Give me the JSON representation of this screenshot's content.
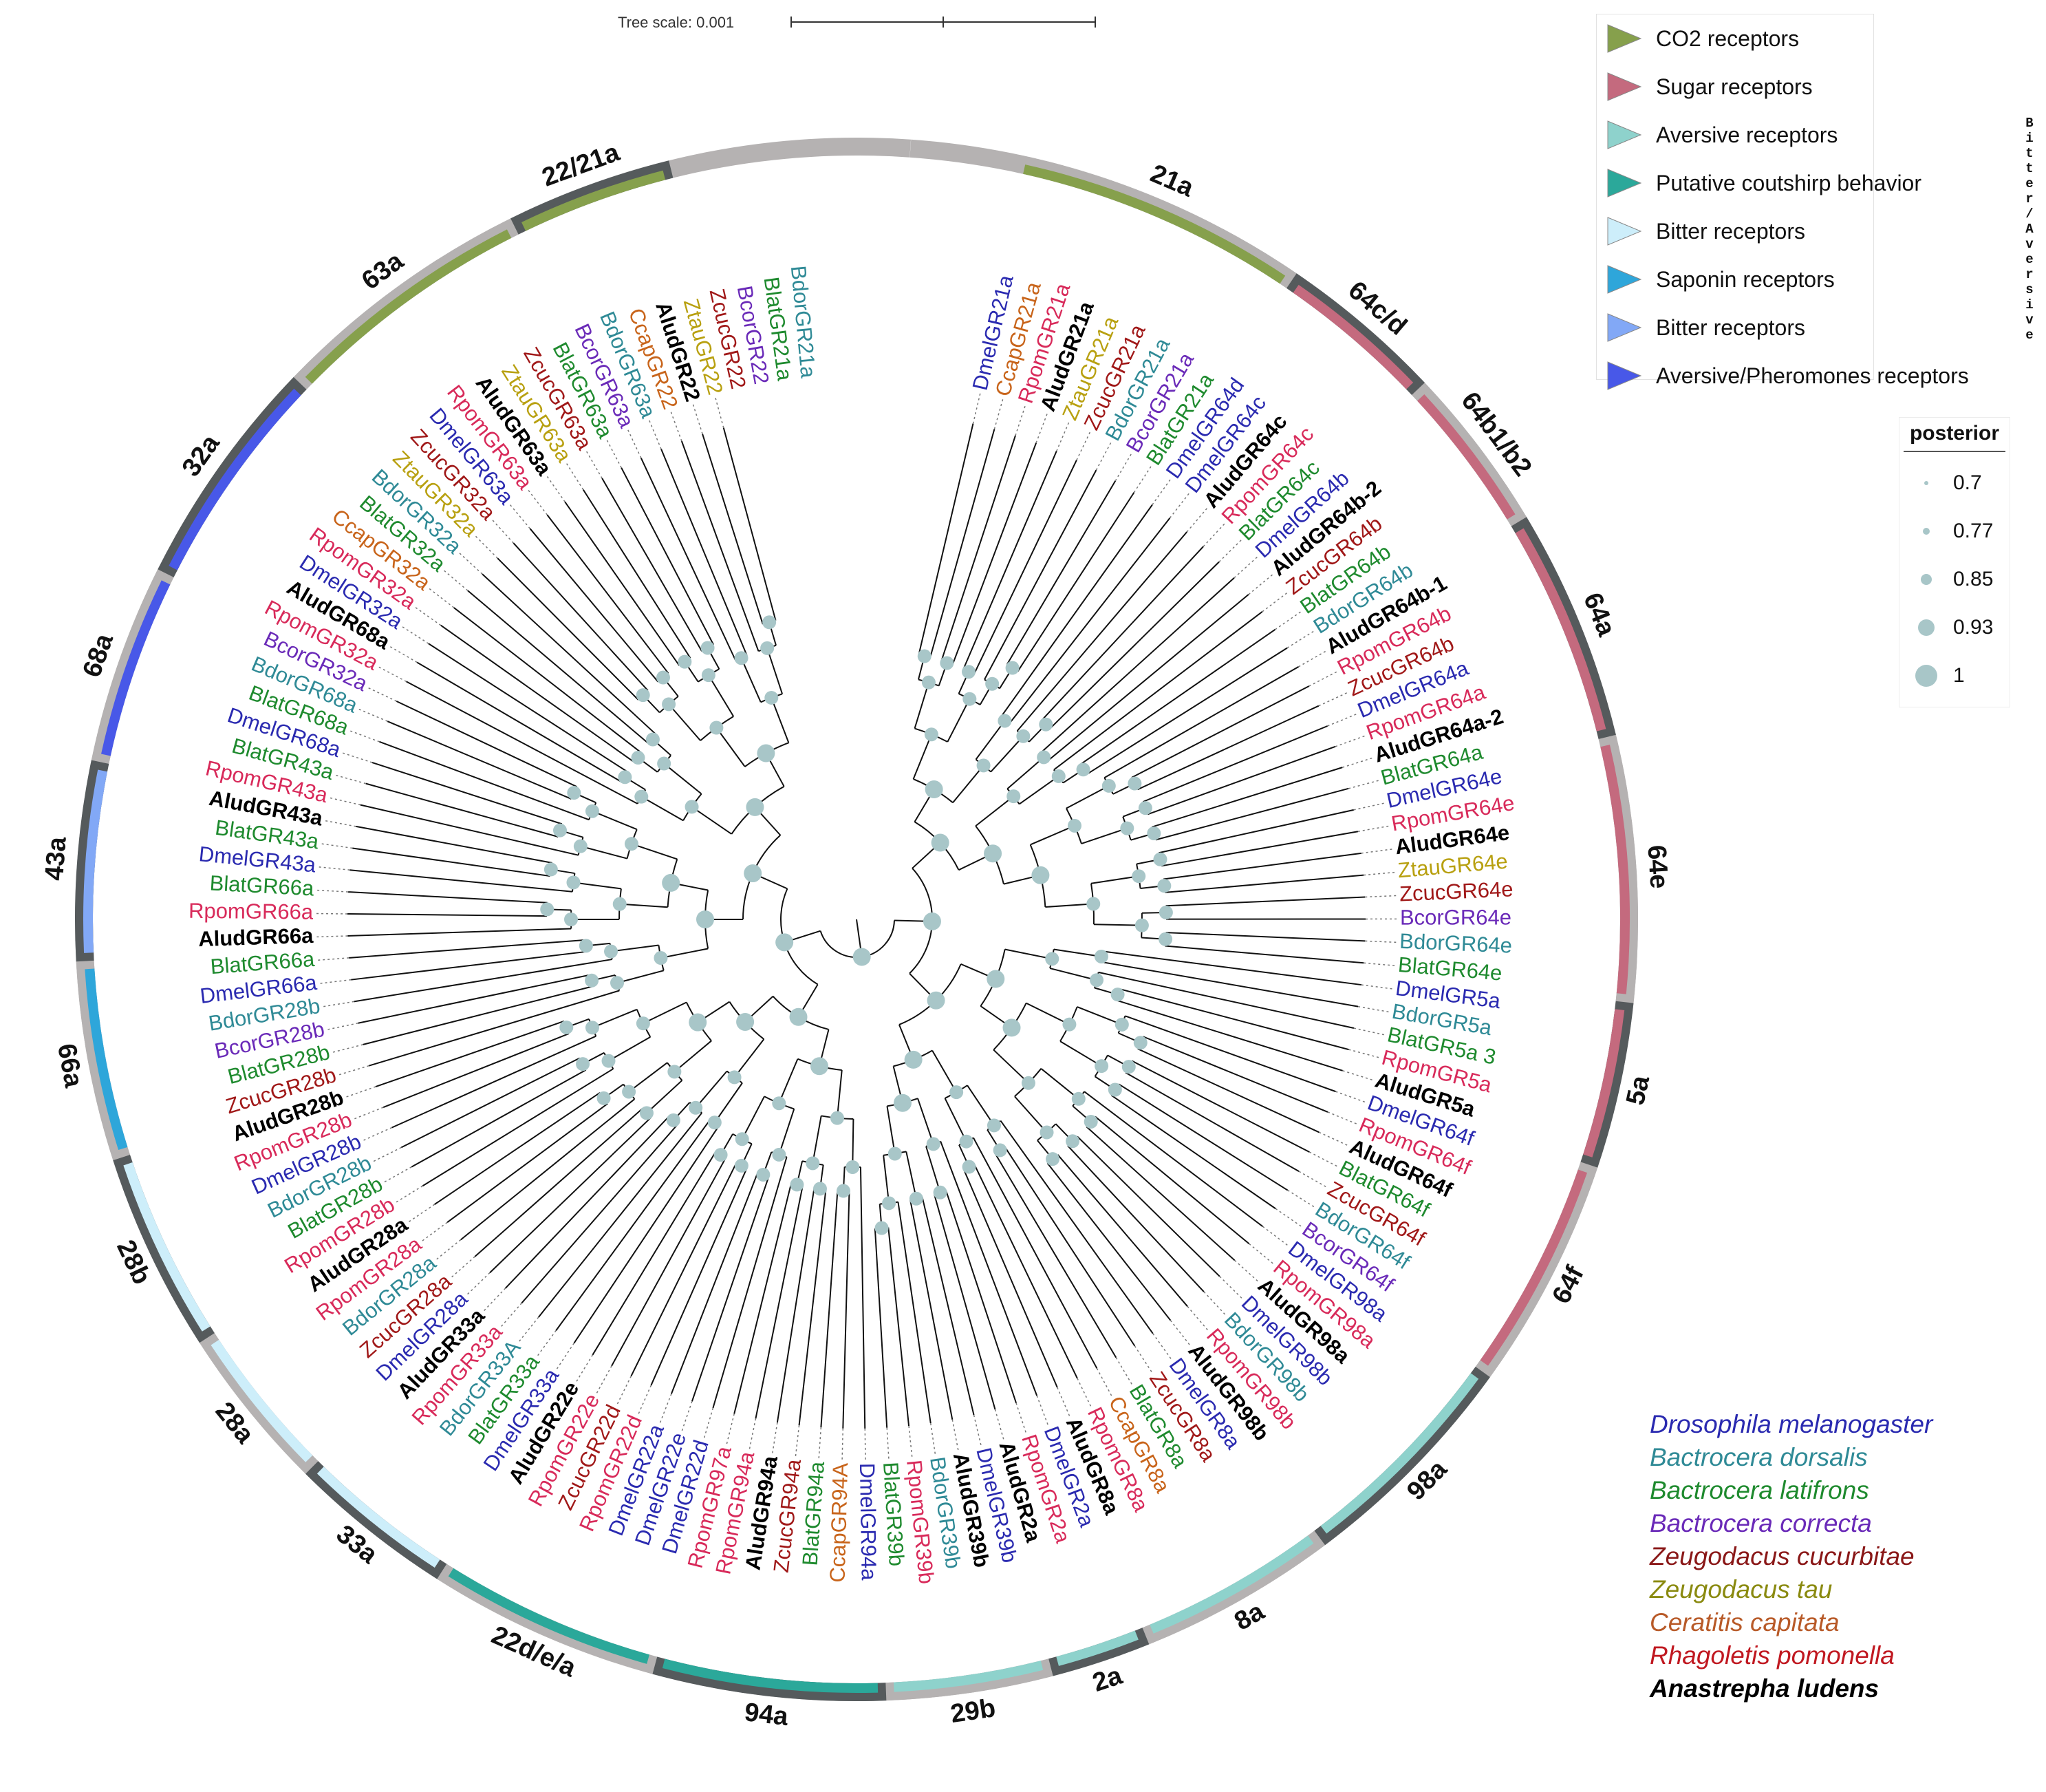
{
  "scale": {
    "label": "Tree scale: 0.001"
  },
  "colors": {
    "species": {
      "Dmel": "#2a2ab0",
      "Bdor": "#2f8a96",
      "Blat": "#1e8a2e",
      "Bcor": "#6a2ab8",
      "Zcuc": "#a01818",
      "Ztau": "#b8a010",
      "Ccap": "#c8641a",
      "Rpom": "#d82a5a",
      "Alud": "#000000"
    },
    "ring": {
      "light": "#b5b2b2",
      "dark": "#555a5c"
    },
    "node": "#a8c6c8"
  },
  "leaves": [
    "DmelGR21a",
    "CcapGR21a",
    "RpomGR21a",
    "AludGR21a",
    "ZtauGR21a",
    "ZcucGR21a",
    "BdorGR21a",
    "BcorGR21a",
    "BlatGR21a",
    "DmelGR64d",
    "DmelGR64c",
    "AludGR64c",
    "RpomGR64c",
    "BlatGR64c",
    "DmelGR64b",
    "AludGR64b-2",
    "ZcucGR64b",
    "BlatGR64b",
    "BdorGR64b",
    "AludGR64b-1",
    "RpomGR64b",
    "ZcucGR64b",
    "DmelGR64a",
    "RpomGR64a",
    "AludGR64a-2",
    "BlatGR64a",
    "DmelGR64e",
    "RpomGR64e",
    "AludGR64e",
    "ZtauGR64e",
    "ZcucGR64e",
    "BcorGR64e",
    "BdorGR64e",
    "BlatGR64e",
    "DmelGR5a",
    "BdorGR5a",
    "BlatGR5a 3",
    "RpomGR5a",
    "AludGR5a",
    "DmelGR64f",
    "RpomGR64f",
    "AludGR64f",
    "BlatGR64f",
    "ZcucGR64f",
    "BdorGR64f",
    "BcorGR64f",
    "DmelGR98a",
    "RpomGR98a",
    "AludGR98a",
    "DmelGR98b",
    "BdorGR98b",
    "RpomGR98b",
    "AludGR98b",
    "DmelGR8a",
    "ZcucGR8a",
    "BlatGR8a",
    "CcapGR8a",
    "RpomGR8a",
    "AludGR8a",
    "DmelGR2a",
    "RpomGR2a",
    "AludGR2a",
    "DmelGR39b",
    "AludGR39b",
    "BdorGR39b",
    "RpomGR39b",
    "BlatGR39b",
    "DmelGR94a",
    "CcapGR94A",
    "BlatGR94a",
    "ZcucGR94a",
    "AludGR94a",
    "RpomGR94a",
    "RpomGR97a",
    "DmelGR22d",
    "DmelGR22e",
    "DmelGR22a",
    "RpomGR22d",
    "ZcucGR22d",
    "RpomGR22e",
    "AludGR22e",
    "DmelGR33a",
    "BlatGR33a",
    "BdorGR33A",
    "RpomGR33a",
    "AludGR33a",
    "DmelGR28a",
    "ZcucGR28a",
    "BdorGR28a",
    "RpomGR28a",
    "AludGR28a",
    "RpomGR28b",
    "BlatGR28b",
    "BdorGR28b",
    "DmelGR28b",
    "RpomGR28b",
    "AludGR28b",
    "ZcucGR28b",
    "BlatGR28b",
    "BcorGR28b",
    "BdorGR28b",
    "DmelGR66a",
    "BlatGR66a",
    "AludGR66a",
    "RpomGR66a",
    "BlatGR66a",
    "DmelGR43a",
    "BlatGR43a",
    "AludGR43a",
    "RpomGR43a",
    "BlatGR43a",
    "DmelGR68a",
    "BlatGR68a",
    "BdorGR68a",
    "BcorGR32a",
    "RpomGR32a",
    "AludGR68a",
    "DmelGR32a",
    "RpomGR32a",
    "CcapGR32a",
    "BlatGR32a",
    "BdorGR32a",
    "ZtauGR32a",
    "ZcucGR32a",
    "DmelGR63a",
    "RpomGR63a",
    "AludGR63a",
    "ZtauGR63a",
    "ZcucGR63a",
    "BlatGR63a",
    "BcorGR63a",
    "BdorGR63a",
    "CcapGR22",
    "AludGR22",
    "ZtauGR22",
    "ZcucGR22",
    "BcorGR22",
    "BlatGR21a",
    "BdorGR21a"
  ],
  "ring_groups": [
    {
      "label": "21a",
      "type": "CO2 receptors"
    },
    {
      "label": "64c/d",
      "type": "Sugar receptors"
    },
    {
      "label": "64b1/b2",
      "type": "Sugar receptors"
    },
    {
      "label": "64a",
      "type": "Sugar receptors"
    },
    {
      "label": "64e",
      "type": "Sugar receptors"
    },
    {
      "label": "5a",
      "type": "Sugar receptors"
    },
    {
      "label": "64f",
      "type": "Sugar receptors"
    },
    {
      "label": "98a",
      "type": "Aversive receptors"
    },
    {
      "label": "8a",
      "type": "Aversive receptors"
    },
    {
      "label": "2a",
      "type": "Aversive receptors"
    },
    {
      "label": "29b",
      "type": "Aversive receptors"
    },
    {
      "label": "94a",
      "type": "Putative coutshirp behavior"
    },
    {
      "label": "22d/e/a",
      "type": "Putative coutshirp behavior"
    },
    {
      "label": "33a",
      "type": "Bitter receptors"
    },
    {
      "label": "28a",
      "type": "Bitter receptors"
    },
    {
      "label": "28b",
      "type": "Bitter receptors"
    },
    {
      "label": "66a",
      "type": "Saponin receptors"
    },
    {
      "label": "43a",
      "type": "Bitter receptors (2)"
    },
    {
      "label": "68a",
      "type": "Aversive/Pheromones receptors"
    },
    {
      "label": "32a",
      "type": "Aversive/Pheromones receptors"
    },
    {
      "label": "63a",
      "type": "CO2 receptors"
    },
    {
      "label": "22/21a",
      "type": "CO2 receptors"
    }
  ],
  "legend": [
    {
      "label": "CO2 receptors",
      "color": "#86a04c"
    },
    {
      "label": "Sugar receptors",
      "color": "#c46a7e"
    },
    {
      "label": "Aversive receptors",
      "color": "#8ed2cc"
    },
    {
      "label": "Putative coutshirp behavior",
      "color": "#2ba89a"
    },
    {
      "label": "Bitter receptors",
      "color": "#cdeefa"
    },
    {
      "label": "Saponin receptors",
      "color": "#2ea6da"
    },
    {
      "label": "Bitter receptors",
      "color": "#82a8f6"
    },
    {
      "label": "Aversive/Pheromones receptors",
      "color": "#4858e8"
    }
  ],
  "side_label": "Bitter/Aversive",
  "posterior": {
    "title": "posterior",
    "items": [
      {
        "value": "0.7",
        "r": 3
      },
      {
        "value": "0.77",
        "r": 5
      },
      {
        "value": "0.85",
        "r": 8
      },
      {
        "value": "0.93",
        "r": 12
      },
      {
        "value": "1",
        "r": 16
      }
    ]
  },
  "species_legend": [
    {
      "name": "Drosophila melanogaster",
      "color": "#2a2ab0"
    },
    {
      "name": "Bactrocera dorsalis",
      "color": "#2f8a96"
    },
    {
      "name": "Bactrocera latifrons",
      "color": "#1e8a2e"
    },
    {
      "name": "Bactrocera correcta",
      "color": "#6a2ab8"
    },
    {
      "name": "Zeugodacus cucurbitae",
      "color": "#8a1818"
    },
    {
      "name": "Zeugodacus tau",
      "color": "#8a8a10"
    },
    {
      "name": "Ceratitis capitata",
      "color": "#b85a28"
    },
    {
      "name": "Rhagoletis pomonella",
      "color": "#c01820"
    },
    {
      "name": "Anastrepha ludens",
      "color": "#000000",
      "bold": true
    }
  ]
}
